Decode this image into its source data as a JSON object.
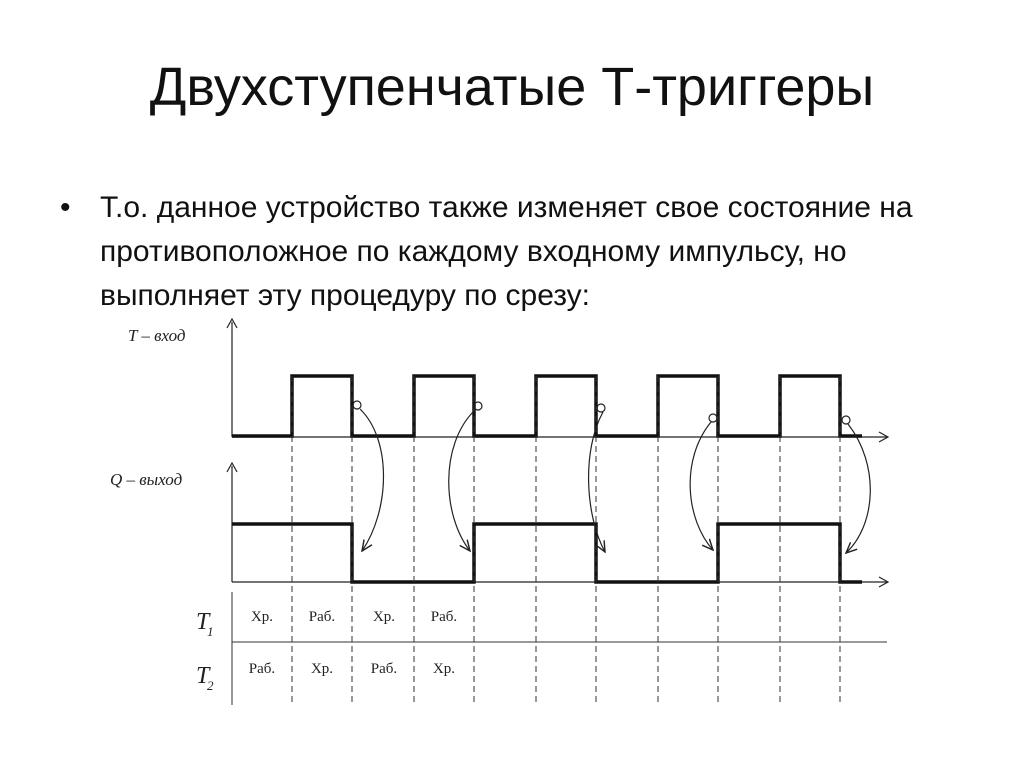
{
  "slide": {
    "title": "Двухступенчатые Т-триггеры",
    "bullet": "Т.о. данное устройство также изменяет свое состояние на противоположное по каждому входному импульсу, но выполняет эту процедуру по срезу:"
  },
  "diagram": {
    "input_label": "T – вход",
    "output_label": "Q – выход",
    "t1_letter": "T",
    "t1_sub": "1",
    "t2_letter": "T",
    "t2_sub": "2",
    "t1_cells": [
      "Хр.",
      "Раб.",
      "Хр.",
      "Раб."
    ],
    "t2_cells": [
      "Раб.",
      "Хр.",
      "Раб.",
      "Хр."
    ]
  }
}
